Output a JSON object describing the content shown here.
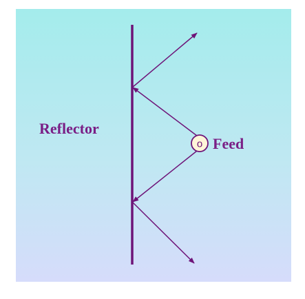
{
  "labels": {
    "reflector": "Reflector",
    "feed": "Feed",
    "feed_symbol": "o"
  },
  "colors": {
    "reflector_line": "#6e1478",
    "rays": "#6e1478",
    "label_text": "#7a1f86",
    "feed_fill": "#fff5d8",
    "panel_top": "#a4ecec",
    "panel_bottom": "#d6dcfb"
  }
}
